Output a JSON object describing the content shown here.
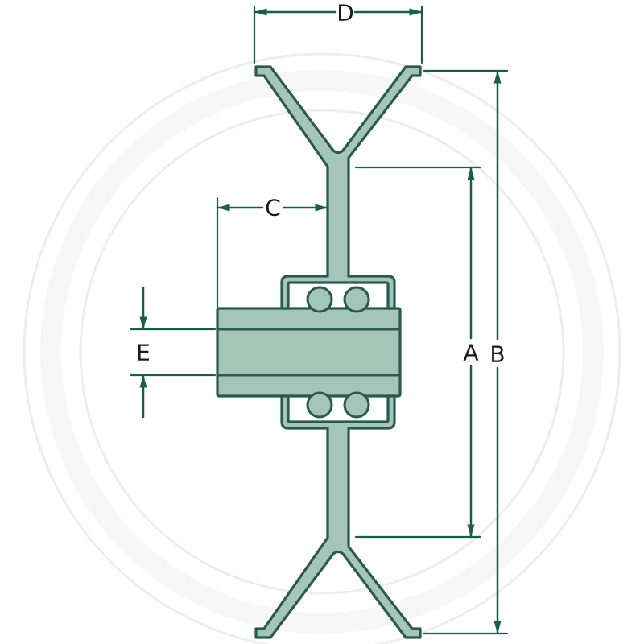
{
  "diagram": {
    "description": "Technical cross-section drawing of a V-belt tension pulley with ball bearing hub and dimension callouts",
    "labels": {
      "a": "A",
      "b": "B",
      "c": "C",
      "d": "D",
      "e": "E"
    },
    "colors": {
      "outline": "#2a594d",
      "fill": "#a5c5b8",
      "dimension": "#1a5c4e",
      "labelText": "#1a1a1a",
      "watermark": "#ededed",
      "background": "#ffffff"
    }
  }
}
